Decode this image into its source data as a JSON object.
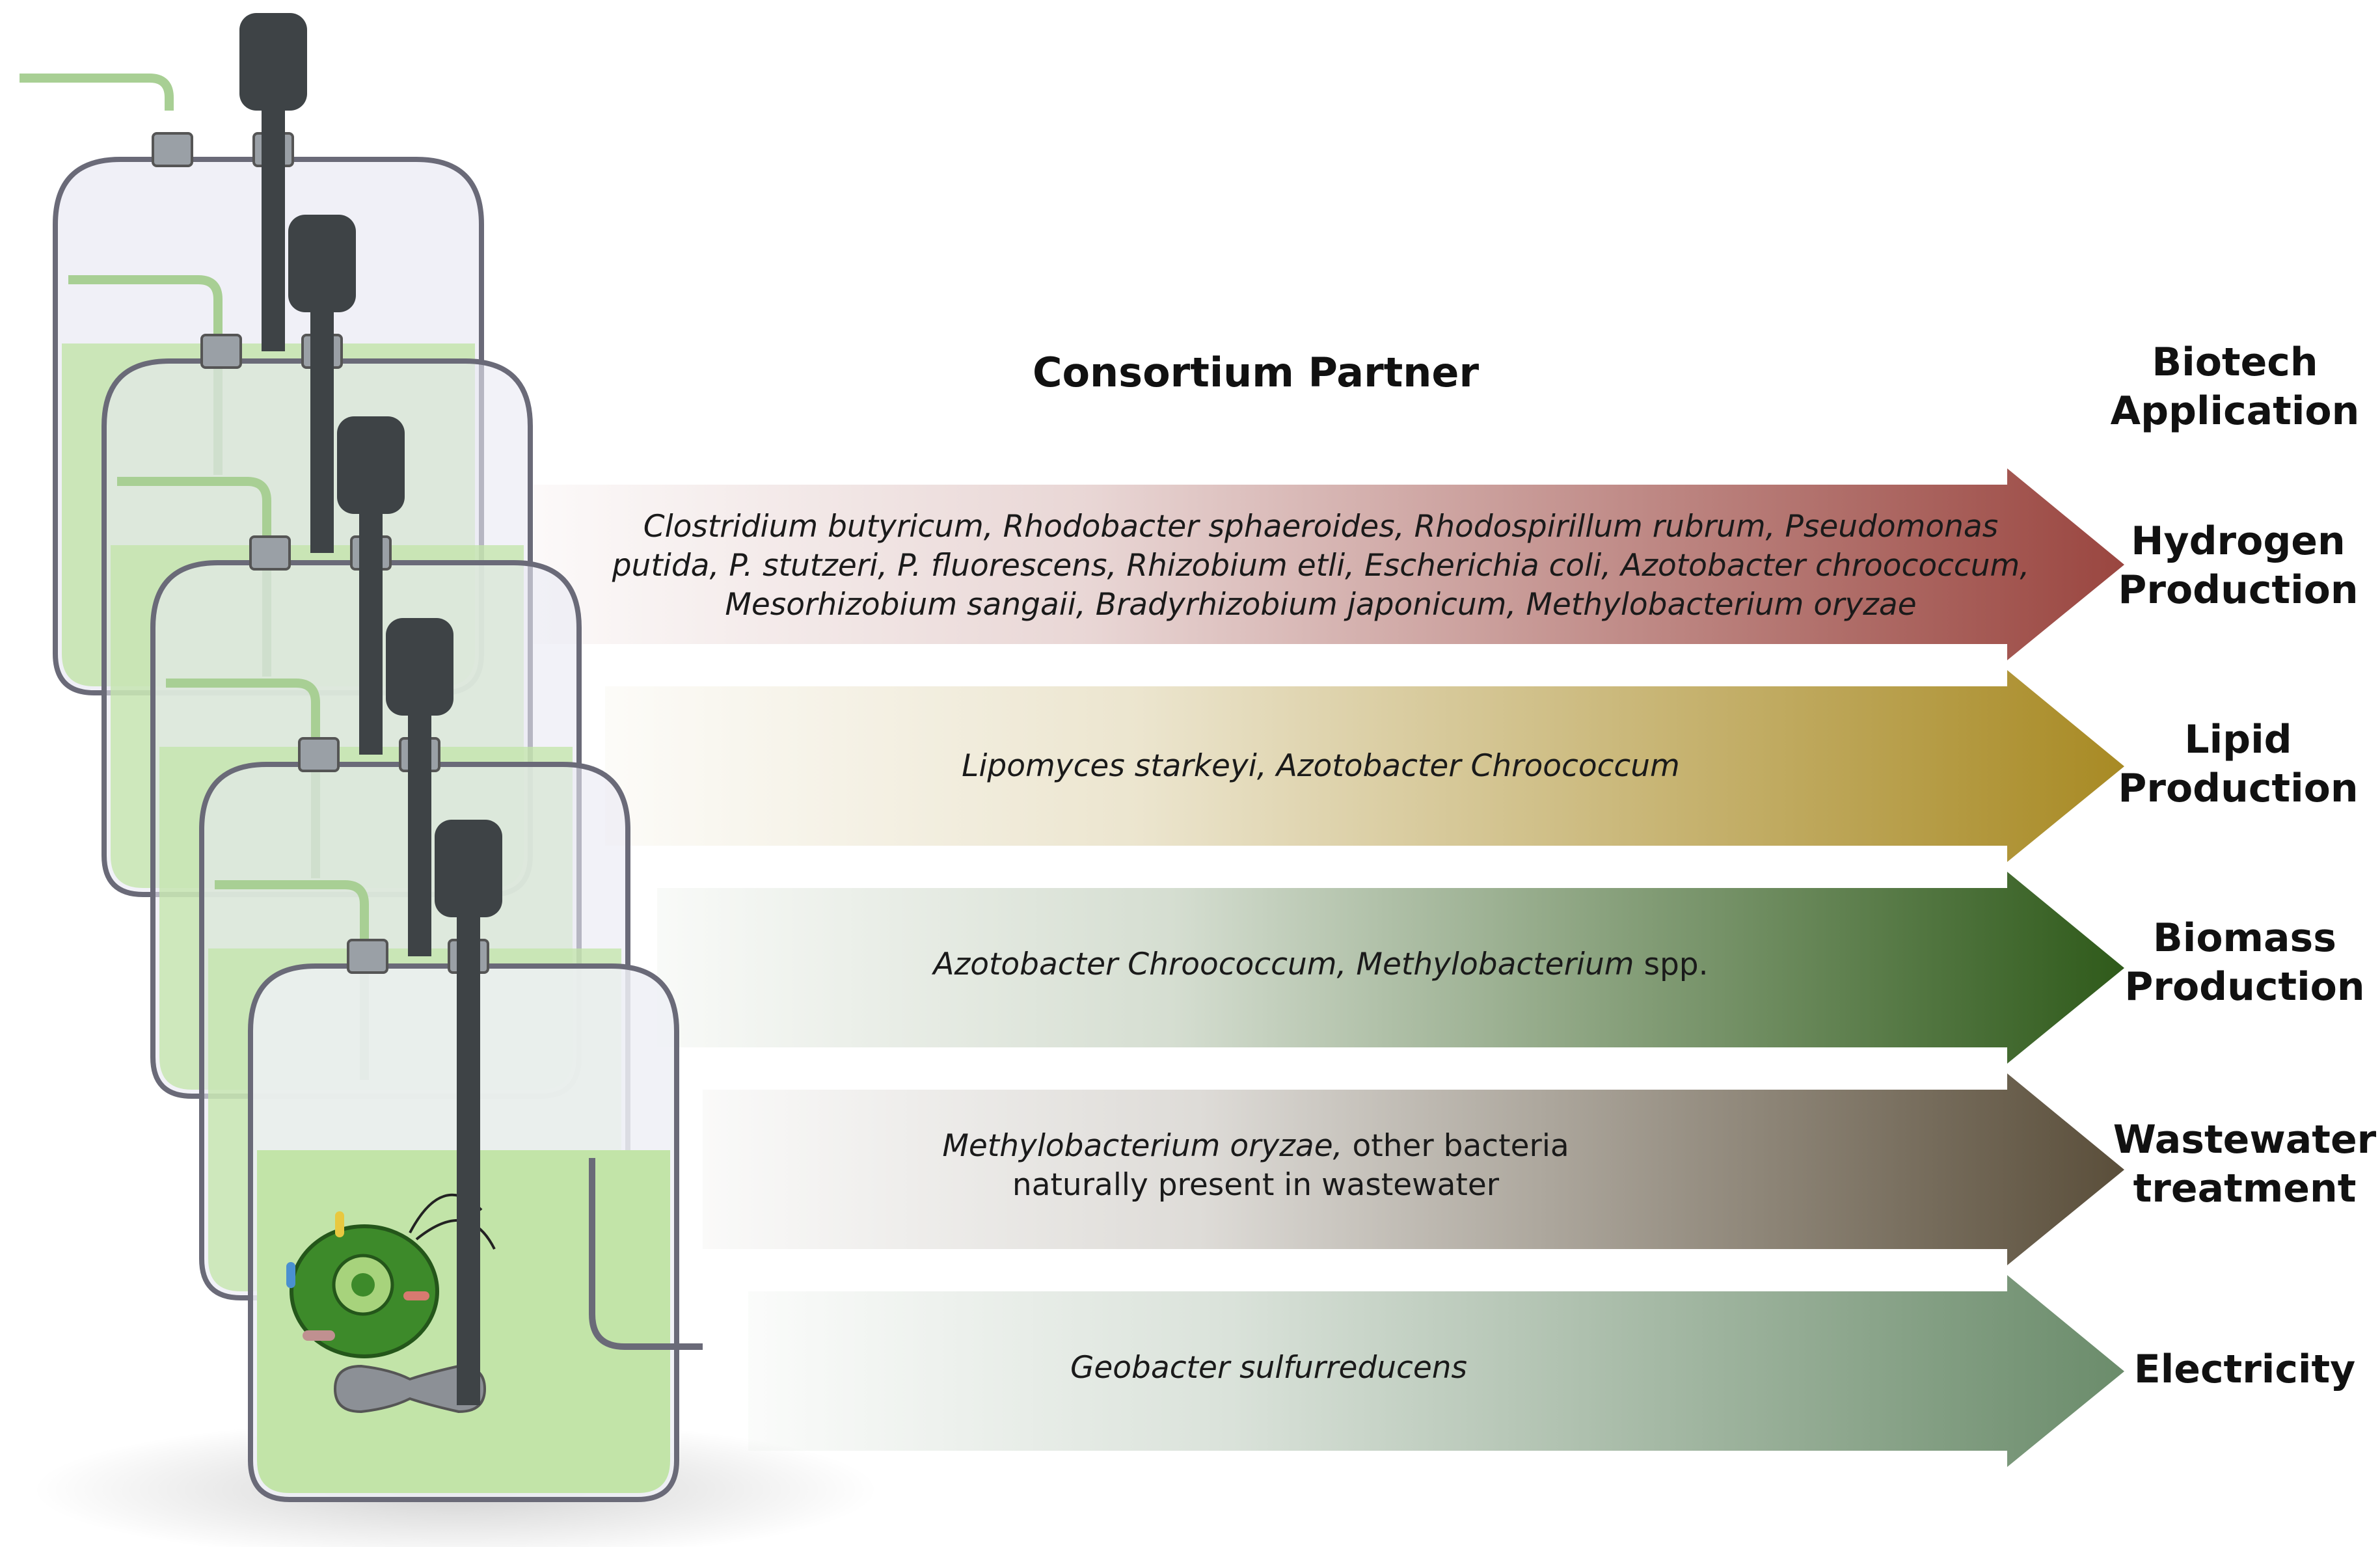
{
  "headers": {
    "consortium_partner": "Consortium Partner",
    "biotech_application": "Biotech Application"
  },
  "colors": {
    "hydrogen": "#9a4640",
    "lipid": "#a88a24",
    "biomass": "#2f5a1a",
    "wastewater": "#5a4e3a",
    "electricity": "#6b8c6b",
    "medium": "#c2e4a8",
    "vessel_outline": "#6a6a78",
    "motor": "#3e4346"
  },
  "rows": [
    {
      "id": "hydrogen",
      "application": "Hydrogen Production",
      "partners": [
        {
          "text": "Clostridium butyricum, Rhodobacter sphaeroides, Rhodospirillum rubrum, Pseudomonas",
          "italic": true
        },
        {
          "text": "putida, P. stutzeri, P. fluorescens, Rhizobium etli, Escherichia coli, Azotobacter chroococcum,",
          "italic": true
        },
        {
          "text": "Mesorhizobium sangaii, Bradyrhizobium japonicum, Methylobacterium oryzae",
          "italic": true
        }
      ]
    },
    {
      "id": "lipid",
      "application": "Lipid Production",
      "partners": [
        {
          "text": "Lipomyces starkeyi, Azotobacter Chroococcum",
          "italic": true
        }
      ]
    },
    {
      "id": "biomass",
      "application": "Biomass Production",
      "partners": [
        {
          "text": "Azotobacter Chroococcum, Methylobacterium",
          "italic": true,
          "suffix": " spp."
        }
      ]
    },
    {
      "id": "wastewater",
      "application": "Wastewater treatment",
      "partners": [
        {
          "text": "Methylobacterium oryzae,",
          "italic": true,
          "suffix": " other bacteria"
        },
        {
          "text": "",
          "italic": false,
          "suffix": "naturally present in wastewater"
        }
      ]
    },
    {
      "id": "electricity",
      "application": "Electricity",
      "partners": [
        {
          "text": "Geobacter sulfurreducens",
          "italic": true
        }
      ]
    }
  ]
}
